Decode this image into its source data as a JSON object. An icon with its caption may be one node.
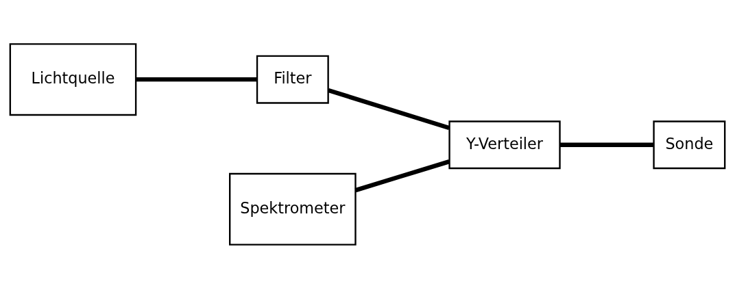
{
  "diagram": {
    "nodes": [
      {
        "text": [
          "Lichtquelle"
        ]
      },
      {
        "text": [
          "Filter"
        ]
      },
      {
        "text": [
          "Y-Verteiler"
        ]
      },
      {
        "text": [
          "Sonde"
        ]
      },
      {
        "text": [
          "Spektrometer"
        ]
      }
    ],
    "edges": [
      {
        "from": 0,
        "to": 1,
        "arrow": "none"
      },
      {
        "from": 1,
        "to": 2,
        "arrow": "none"
      },
      {
        "from": 4,
        "to": 2,
        "arrow": "none"
      },
      {
        "from": 2,
        "to": 3,
        "arrow": "none"
      }
    ]
  }
}
